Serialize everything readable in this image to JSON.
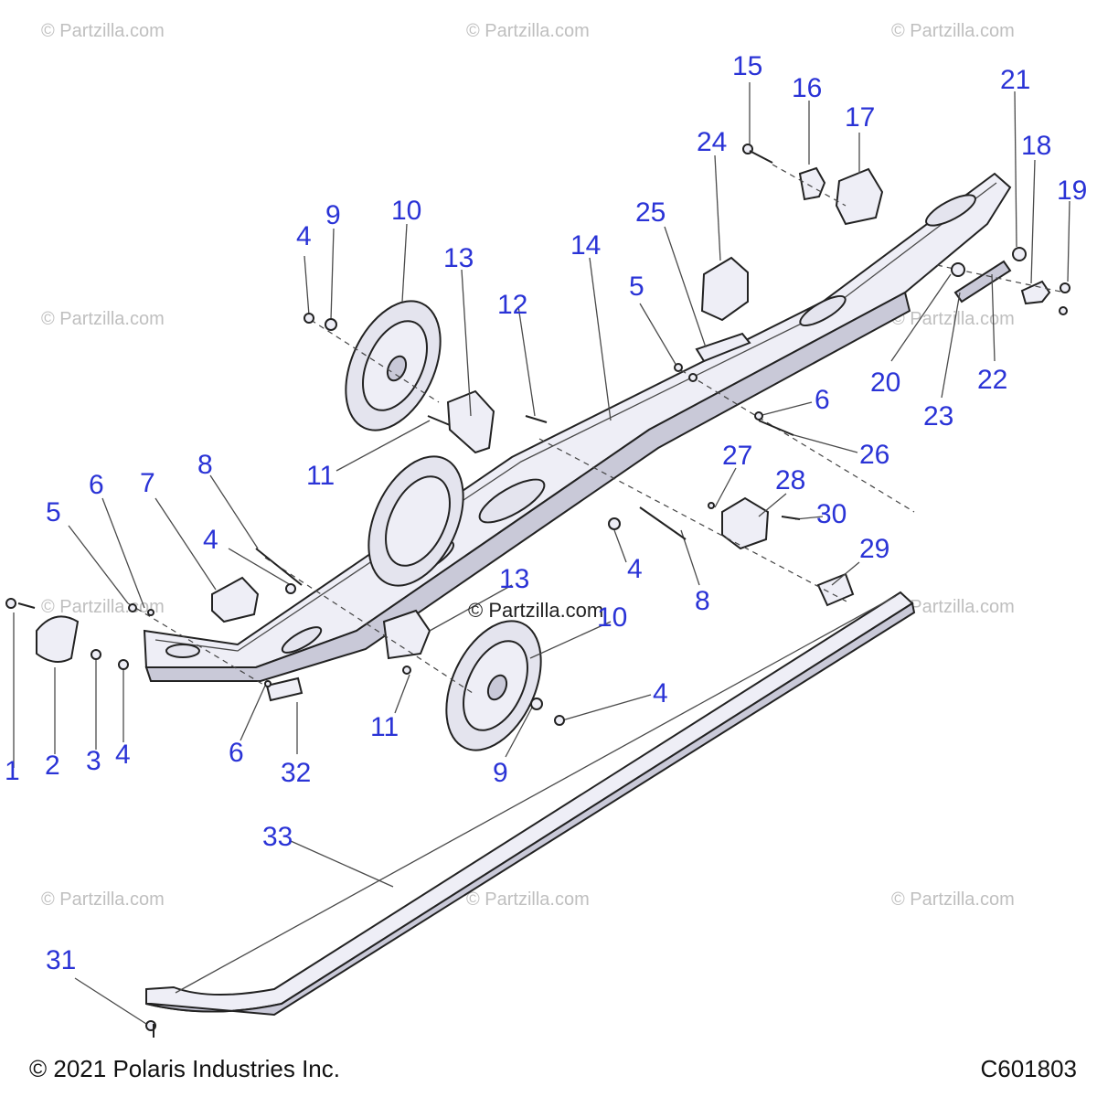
{
  "watermark_text": "© Partzilla.com",
  "center_watermark": "© Partzilla.com",
  "footer": {
    "copyright": "© 2021 Polaris Industries Inc.",
    "diagram_code": "C601803"
  },
  "callouts": {
    "c1": "1",
    "c2": "2",
    "c3": "3",
    "c4a": "4",
    "c4b": "4",
    "c4c": "4",
    "c4d": "4",
    "c4e": "4",
    "c5a": "5",
    "c5b": "5",
    "c6a": "6",
    "c6b": "6",
    "c6c": "6",
    "c7": "7",
    "c8a": "8",
    "c8b": "8",
    "c9a": "9",
    "c9b": "9",
    "c10a": "10",
    "c10b": "10",
    "c11a": "11",
    "c11b": "11",
    "c12": "12",
    "c13a": "13",
    "c13b": "13",
    "c14": "14",
    "c15": "15",
    "c16": "16",
    "c17": "17",
    "c18": "18",
    "c19": "19",
    "c20": "20",
    "c21": "21",
    "c22": "22",
    "c23": "23",
    "c24": "24",
    "c25": "25",
    "c26": "26",
    "c27": "27",
    "c28": "28",
    "c29": "29",
    "c30": "30",
    "c31": "31",
    "c32": "32",
    "c33": "33"
  },
  "colors": {
    "callout": "#2a33d6",
    "outline": "#222222",
    "watermark": "#bfbfbf"
  }
}
